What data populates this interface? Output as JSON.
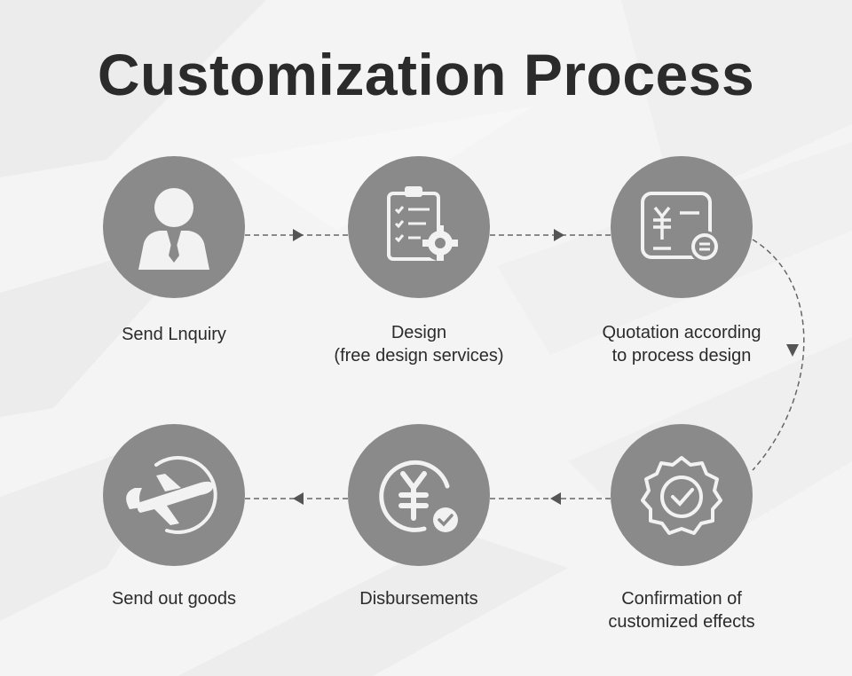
{
  "title": "Customization Process",
  "colors": {
    "circle": "#8a8a8a",
    "icon": "#f2f2f2",
    "connector": "#666666",
    "text": "#2b2b2b",
    "background": "#f4f4f4"
  },
  "steps": [
    {
      "label_lines": [
        "Send Lnquiry",
        ""
      ],
      "icon": "person-icon"
    },
    {
      "label_lines": [
        "Design",
        "(free design services)"
      ],
      "icon": "clipboard-gear-icon"
    },
    {
      "label_lines": [
        "Quotation according",
        "to process design"
      ],
      "icon": "yen-quotation-icon"
    },
    {
      "label_lines": [
        "Confirmation of",
        "customized effects"
      ],
      "icon": "check-badge-icon"
    },
    {
      "label_lines": [
        "Disbursements",
        ""
      ],
      "icon": "yen-coin-check-icon"
    },
    {
      "label_lines": [
        "Send out goods",
        ""
      ],
      "icon": "airplane-icon"
    }
  ]
}
